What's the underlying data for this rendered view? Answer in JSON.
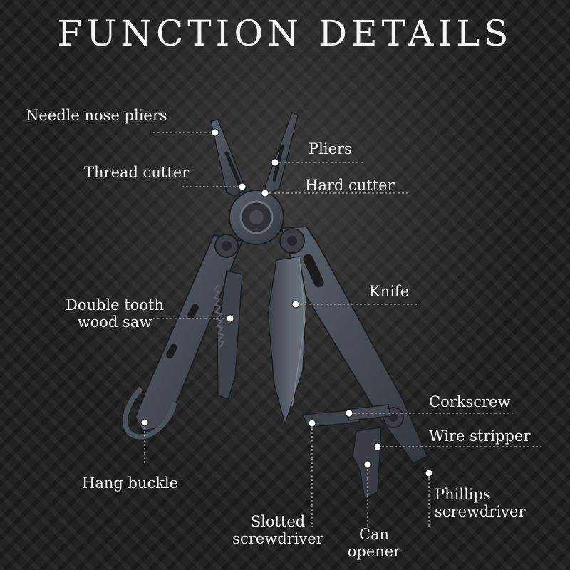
{
  "title": "FUNCTION DETAILS",
  "labels": {
    "needle_nose_pliers": "Needle nose pliers",
    "pliers": "Pliers",
    "thread_cutter": "Thread cutter",
    "hard_cutter": "Hard cutter",
    "double_tooth_wood_saw_line1": "Double tooth",
    "double_tooth_wood_saw_line2": "wood saw",
    "knife": "Knife",
    "corkscrew": "Corkscrew",
    "wire_stripper": "Wire stripper",
    "hang_buckle": "Hang buckle",
    "phillips_screwdriver_line1": "Phillips",
    "phillips_screwdriver_line2": "screwdriver",
    "slotted_screwdriver_line1": "Slotted",
    "slotted_screwdriver_line2": "screwdriver",
    "can_opener_line1": "Can",
    "can_opener_line2": "opener"
  },
  "colors": {
    "text": "#f2f2f2",
    "tool_body": "#4a4f57",
    "tool_dark": "#2b2e33",
    "blade": "#5a6069",
    "marker": "#ffffff"
  }
}
